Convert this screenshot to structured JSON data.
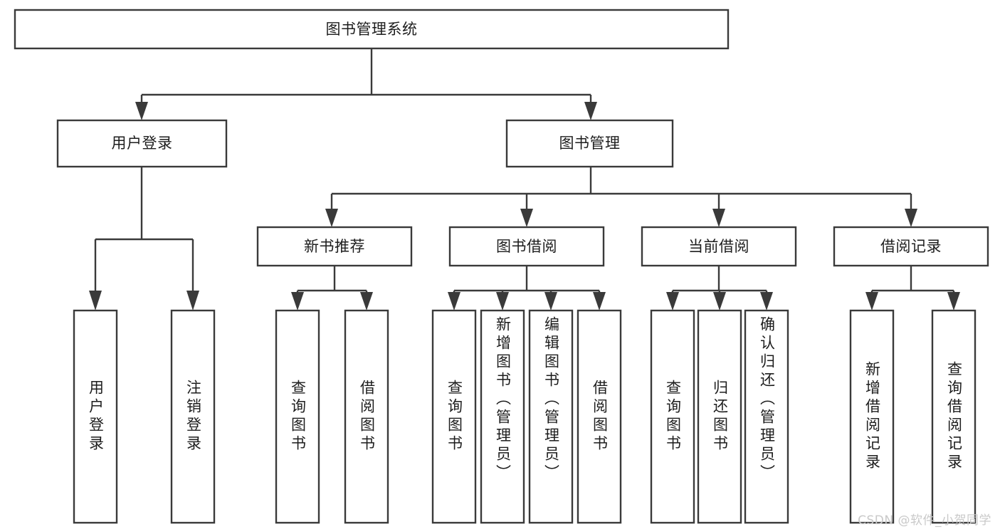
{
  "diagram": {
    "title_node": {
      "label": "图书管理系统"
    },
    "level2": [
      {
        "id": "user-login",
        "label": "用户登录"
      },
      {
        "id": "book-management",
        "label": "图书管理"
      }
    ],
    "level3": [
      {
        "id": "new-book-recommend",
        "label": "新书推荐"
      },
      {
        "id": "book-borrow",
        "label": "图书借阅"
      },
      {
        "id": "current-borrow",
        "label": "当前借阅"
      },
      {
        "id": "borrow-record",
        "label": "借阅记录"
      }
    ],
    "leaves": {
      "user_login": [
        {
          "id": "leaf-user-login",
          "label": "用户登录"
        },
        {
          "id": "leaf-logout-login",
          "label": "注销登录"
        }
      ],
      "new_book_recommend": [
        {
          "id": "leaf-query-book-1",
          "label": "查询图书"
        },
        {
          "id": "leaf-borrow-book-1",
          "label": "借阅图书"
        }
      ],
      "book_borrow": [
        {
          "id": "leaf-query-book-2",
          "label": "查询图书"
        },
        {
          "id": "leaf-add-book",
          "label": "新增图书（管理员）"
        },
        {
          "id": "leaf-edit-book",
          "label": "编辑图书（管理员）"
        },
        {
          "id": "leaf-borrow-book-2",
          "label": "借阅图书"
        }
      ],
      "current_borrow": [
        {
          "id": "leaf-query-book-3",
          "label": "查询图书"
        },
        {
          "id": "leaf-return-book",
          "label": "归还图书"
        },
        {
          "id": "leaf-confirm-return",
          "label": "确认归还（管理员）"
        }
      ],
      "borrow_record": [
        {
          "id": "leaf-add-record",
          "label": "新增借阅记录"
        },
        {
          "id": "leaf-query-record",
          "label": "查询借阅记录"
        }
      ]
    }
  },
  "watermark": {
    "text": "CSDN @软件_小贺同学"
  },
  "colors": {
    "background": "#ffffff",
    "box_fill": "#ffffff",
    "box_stroke": "#3a3a3a",
    "text": "#1d1d1d",
    "watermark": "#c9c9c9"
  }
}
